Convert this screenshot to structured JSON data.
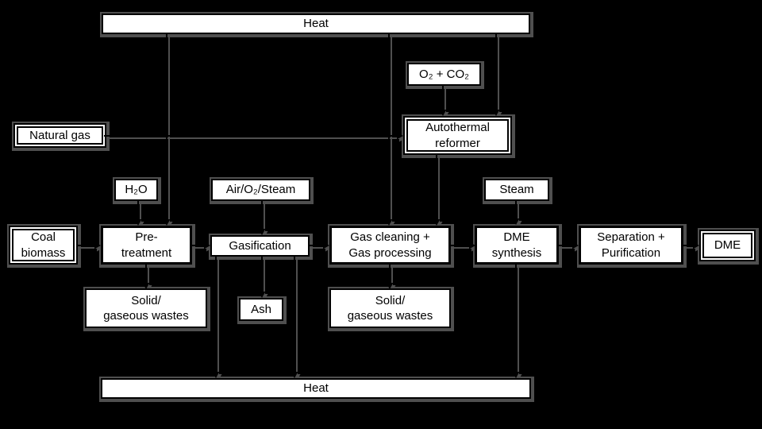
{
  "diagram": {
    "title_hint": "DME production process flow diagram",
    "colors": {
      "background": "#000000",
      "box_fill": "#ffffff",
      "box_border": "#000000",
      "arrow": "#000000",
      "shadow": "#4f4f4f"
    },
    "boxes": {
      "heat_top": {
        "label": "Heat"
      },
      "o2_co2": {
        "label": "O₂ + CO₂"
      },
      "natural_gas": {
        "label": "Natural gas"
      },
      "autothermal_reformer": {
        "label": "Autothermal\nreformer"
      },
      "h2o": {
        "label": "H₂O"
      },
      "air_o2_steam": {
        "label": "Air/O₂/Steam"
      },
      "steam": {
        "label": "Steam"
      },
      "coal_biomass": {
        "label": "Coal\nbiomass"
      },
      "pre_treatment": {
        "label": "Pre-\ntreatment"
      },
      "gasification": {
        "label": "Gasification"
      },
      "gas_cleaning": {
        "label": "Gas cleaning +\nGas processing"
      },
      "dme_synthesis": {
        "label": "DME\nsynthesis"
      },
      "separation_purification": {
        "label": "Separation +\nPurification"
      },
      "dme_product": {
        "label": "DME"
      },
      "solid_gaseous_wastes_left": {
        "label": "Solid/\ngaseous wastes"
      },
      "ash": {
        "label": "Ash"
      },
      "solid_gaseous_wastes_right": {
        "label": "Solid/\ngaseous wastes"
      },
      "heat_bottom": {
        "label": "Heat"
      }
    }
  }
}
